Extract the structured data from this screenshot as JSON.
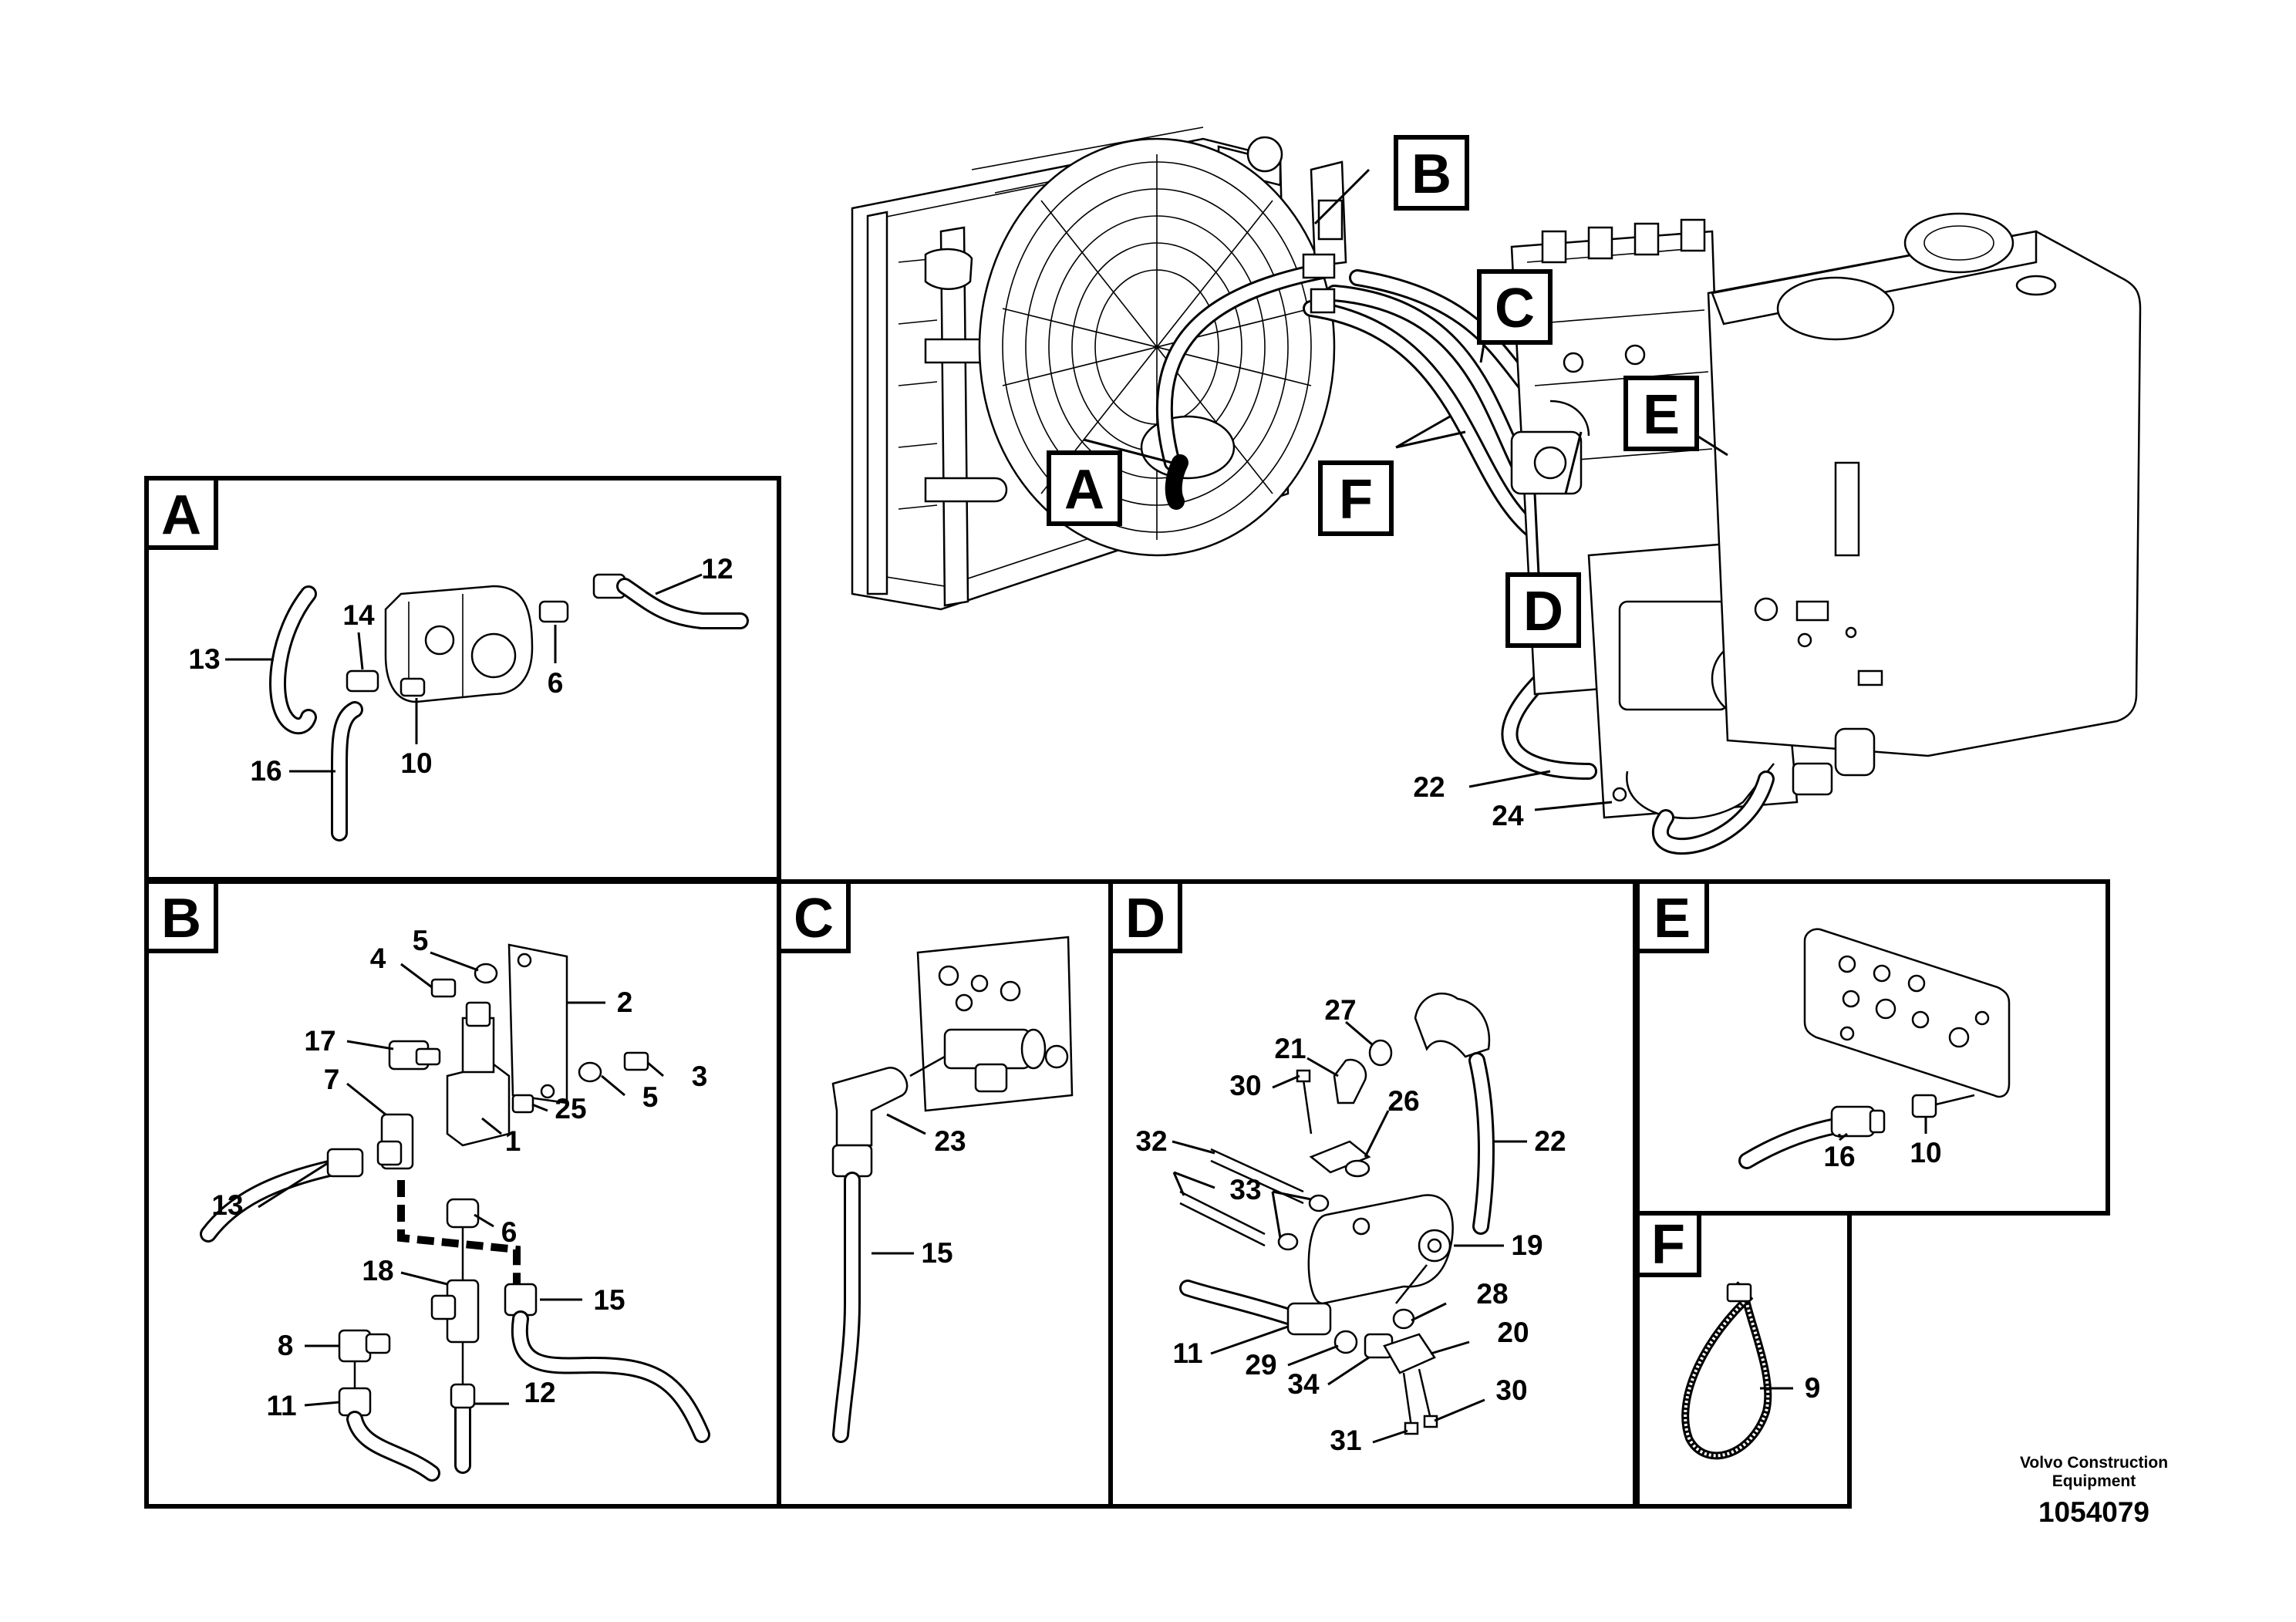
{
  "detail_tags": {
    "A": "A",
    "B": "B",
    "C": "C",
    "D": "D",
    "E": "E",
    "F": "F"
  },
  "callouts": {
    "A": [
      "12",
      "13",
      "14",
      "6",
      "16",
      "10"
    ],
    "B": [
      "5",
      "4",
      "2",
      "17",
      "3",
      "7",
      "5",
      "25",
      "1",
      "13",
      "6",
      "18",
      "15",
      "8",
      "11",
      "12"
    ],
    "C": [
      "23",
      "15"
    ],
    "D": [
      "27",
      "21",
      "30",
      "26",
      "22",
      "32",
      "33",
      "19",
      "28",
      "11",
      "20",
      "29",
      "34",
      "30",
      "31"
    ],
    "E": [
      "16",
      "10"
    ],
    "F": [
      "9"
    ],
    "main": [
      "22",
      "24"
    ]
  },
  "footer": {
    "brand_line1": "Volvo Construction",
    "brand_line2": "Equipment",
    "doc_number": "1054079"
  }
}
